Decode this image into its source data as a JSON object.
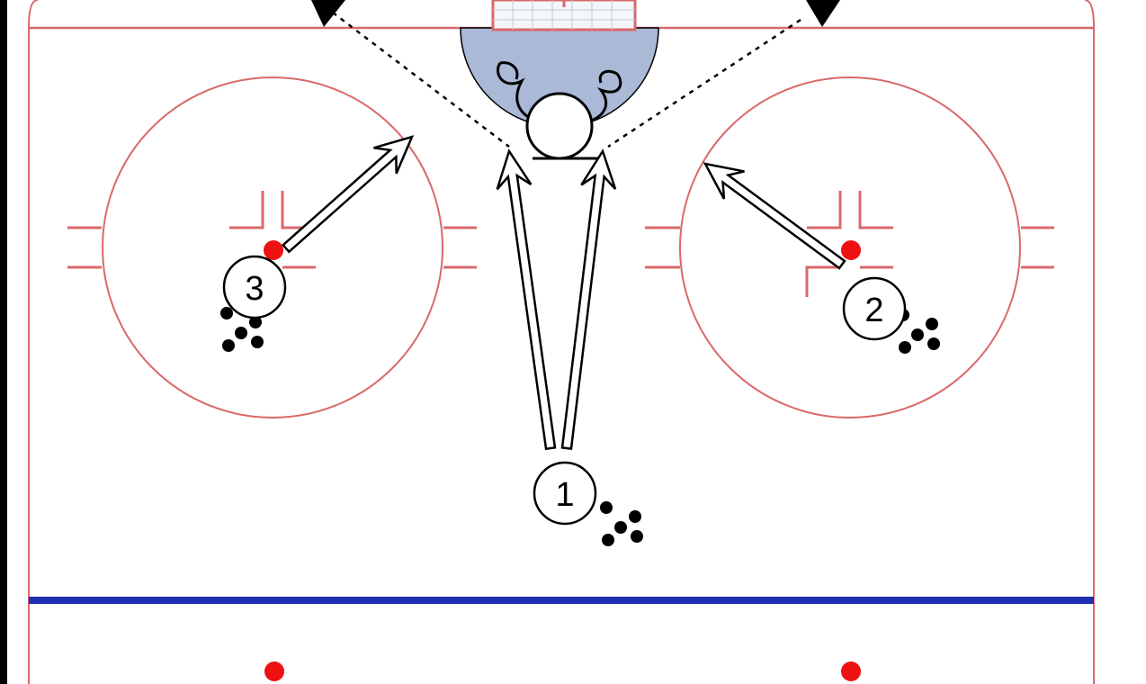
{
  "colors": {
    "rink_line": "#d9696b",
    "faceoff_dot": "#ee1111",
    "blue_line": "#1f2fb3",
    "crease_fill": "#a9b9d6",
    "goal_frame": "#d9696b",
    "goal_net": "#bfc8d8",
    "ink": "#000000",
    "page_edge": "#000000"
  },
  "icons": {
    "pylon": "black-cone-icon",
    "puck": "puck-pile-icon",
    "goalie": "goalie-circle-icon"
  },
  "players": [
    {
      "id": "p1",
      "label": "1"
    },
    {
      "id": "p2",
      "label": "2"
    },
    {
      "id": "p3",
      "label": "3"
    }
  ]
}
